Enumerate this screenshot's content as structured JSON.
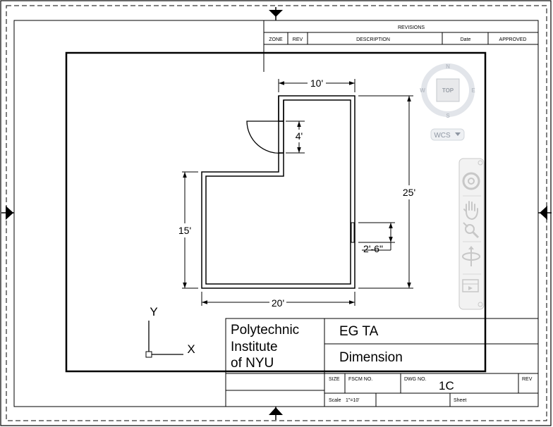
{
  "revisions": {
    "title": "REVISIONS",
    "columns": {
      "zone": "ZONE",
      "rev": "REV",
      "description": "DESCRIPTION",
      "date": "Date",
      "approved": "APPROVED"
    }
  },
  "dimensions": {
    "top_width": "10'",
    "door_depth": "4'",
    "right_height": "25'",
    "left_height": "15'",
    "window": "2'-6\"",
    "bottom_width": "20'"
  },
  "ucs": {
    "x_label": "X",
    "y_label": "Y"
  },
  "title_block": {
    "institution_line1": "Polytechnic",
    "institution_line2": "Institute",
    "institution_line3": "of  NYU",
    "course": "EG  TA",
    "drawing_title": "Dimension",
    "size_label": "SIZE",
    "fscm_label": "FSCM  NO.",
    "dwg_label": "DWG  NO.",
    "dwg_number": "1C",
    "rev_label": "REV",
    "scale_label": "Scale",
    "scale_value": "1\"=10'",
    "sheet_label": "Sheet"
  },
  "viewcube": {
    "north": "N",
    "south": "S",
    "east": "E",
    "west": "W",
    "face": "TOP",
    "coordinate_system": "WCS"
  },
  "colors": {
    "line": "#000000",
    "viewcube_gray": "#b9bec6",
    "navbar_fill": "#f2f2f2"
  },
  "navbar_icons": [
    "steering-wheel-icon",
    "pan-hand-icon",
    "zoom-icon",
    "orbit-icon",
    "showmotion-icon"
  ]
}
